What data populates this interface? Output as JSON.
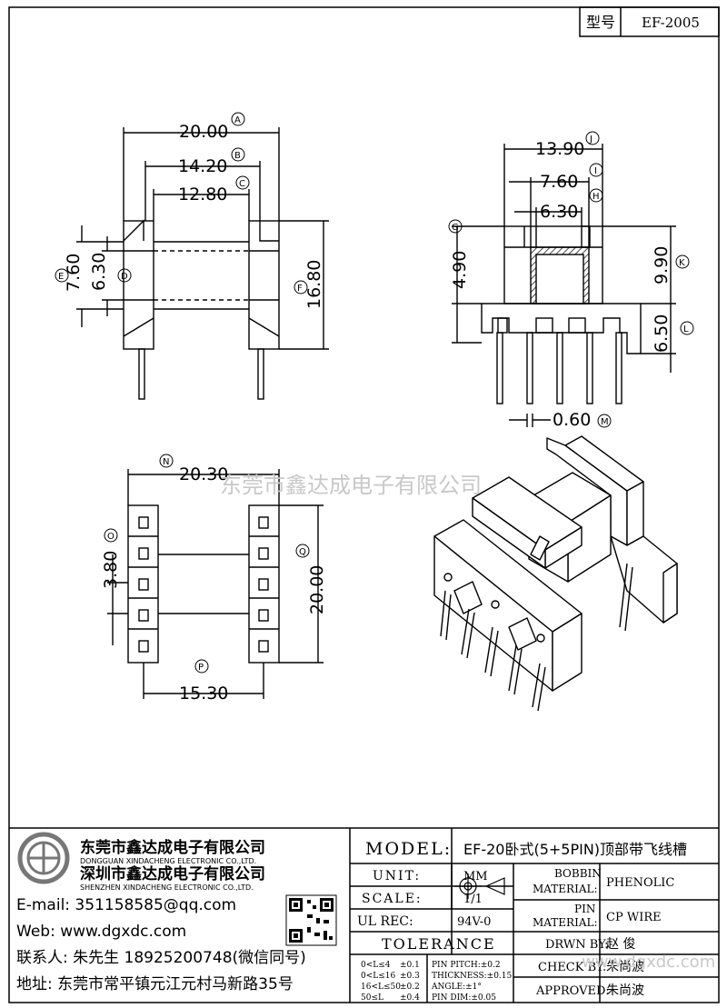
{
  "model_box": {
    "label": "型号",
    "value": "EF-2005"
  },
  "watermark": "东莞市鑫达成电子有限公司",
  "watermark_site": "www.dgxdc.com",
  "dimensions": {
    "a": {
      "value": "20.00",
      "tag": "A"
    },
    "b": {
      "value": "14.20",
      "tag": "B"
    },
    "c": {
      "value": "12.80",
      "tag": "C"
    },
    "d": {
      "value": "6.30",
      "tag": "D"
    },
    "e": {
      "value": "7.60",
      "tag": "E"
    },
    "f": {
      "value": "16.80",
      "tag": "F"
    },
    "g": {
      "value": "4.90",
      "tag": "G"
    },
    "h": {
      "value": "6.30",
      "tag": "H"
    },
    "i": {
      "value": "7.60",
      "tag": "I"
    },
    "j": {
      "value": "13.90",
      "tag": "J"
    },
    "k": {
      "value": "9.90",
      "tag": "K"
    },
    "l": {
      "value": "6.50",
      "tag": "L"
    },
    "m": {
      "value": "0.60",
      "tag": "M"
    },
    "n": {
      "value": "20.30",
      "tag": "N"
    },
    "o": {
      "value": "3.80",
      "tag": "O"
    },
    "p": {
      "value": "15.30",
      "tag": "P"
    },
    "q": {
      "value": "20.00",
      "tag": "Q"
    }
  },
  "company": {
    "name_cn_1": "东莞市鑫达成电子有限公司",
    "name_en_1": "DONGGUAN XINDACHENG ELECTRONIC CO.,LTD.",
    "name_cn_2": "深圳市鑫达成电子有限公司",
    "name_en_2": "SHENZHEN XINDACHENG ELECTRONIC CO.,LTD.",
    "email": "E-mail: 351158585@qq.com",
    "web": "Web: www.dgxdc.com",
    "contact": "联系人: 朱先生 18925200748(微信同号)",
    "address": "地址: 东莞市常平镇元江元村马新路35号"
  },
  "title_block": {
    "model_label": "MODEL:",
    "model_value": "EF-20卧式(5+5PIN)顶部带飞线槽",
    "unit_label": "UNIT:",
    "unit_value": "MM",
    "scale_label": "SCALE:",
    "scale_value": "1/1",
    "ulrec_label": "UL REC:",
    "ulrec_value": "94V-0",
    "bobbin_label_1": "BOBBIN",
    "bobbin_label_2": "MATERIAL:",
    "bobbin_value": "PHENOLIC",
    "pin_label_1": "PIN",
    "pin_label_2": "MATERIAL:",
    "pin_value": "CP WIRE",
    "drwn_label": "DRWN BY:",
    "drwn_value": "赵  俊",
    "check_label": "CHECK BY:",
    "check_value": "朱尚波",
    "approved_label": "APPROVED:",
    "approved_value": "朱尚波",
    "tolerance_label": "TOLERANCE",
    "tolerance_rows": [
      {
        "range": "0<L≤4",
        "tol": "±0.1",
        "spec": "PIN PITCH:±0.2"
      },
      {
        "range": "0<L≤16",
        "tol": "±0.3",
        "spec": "THICKNESS:±0.15"
      },
      {
        "range": "16<L≤50",
        "tol": "±0.2",
        "spec": "ANGLE:±1°"
      },
      {
        "range": "50≤L",
        "tol": "±0.4",
        "spec": "PIN DIM:±0.05"
      }
    ]
  }
}
